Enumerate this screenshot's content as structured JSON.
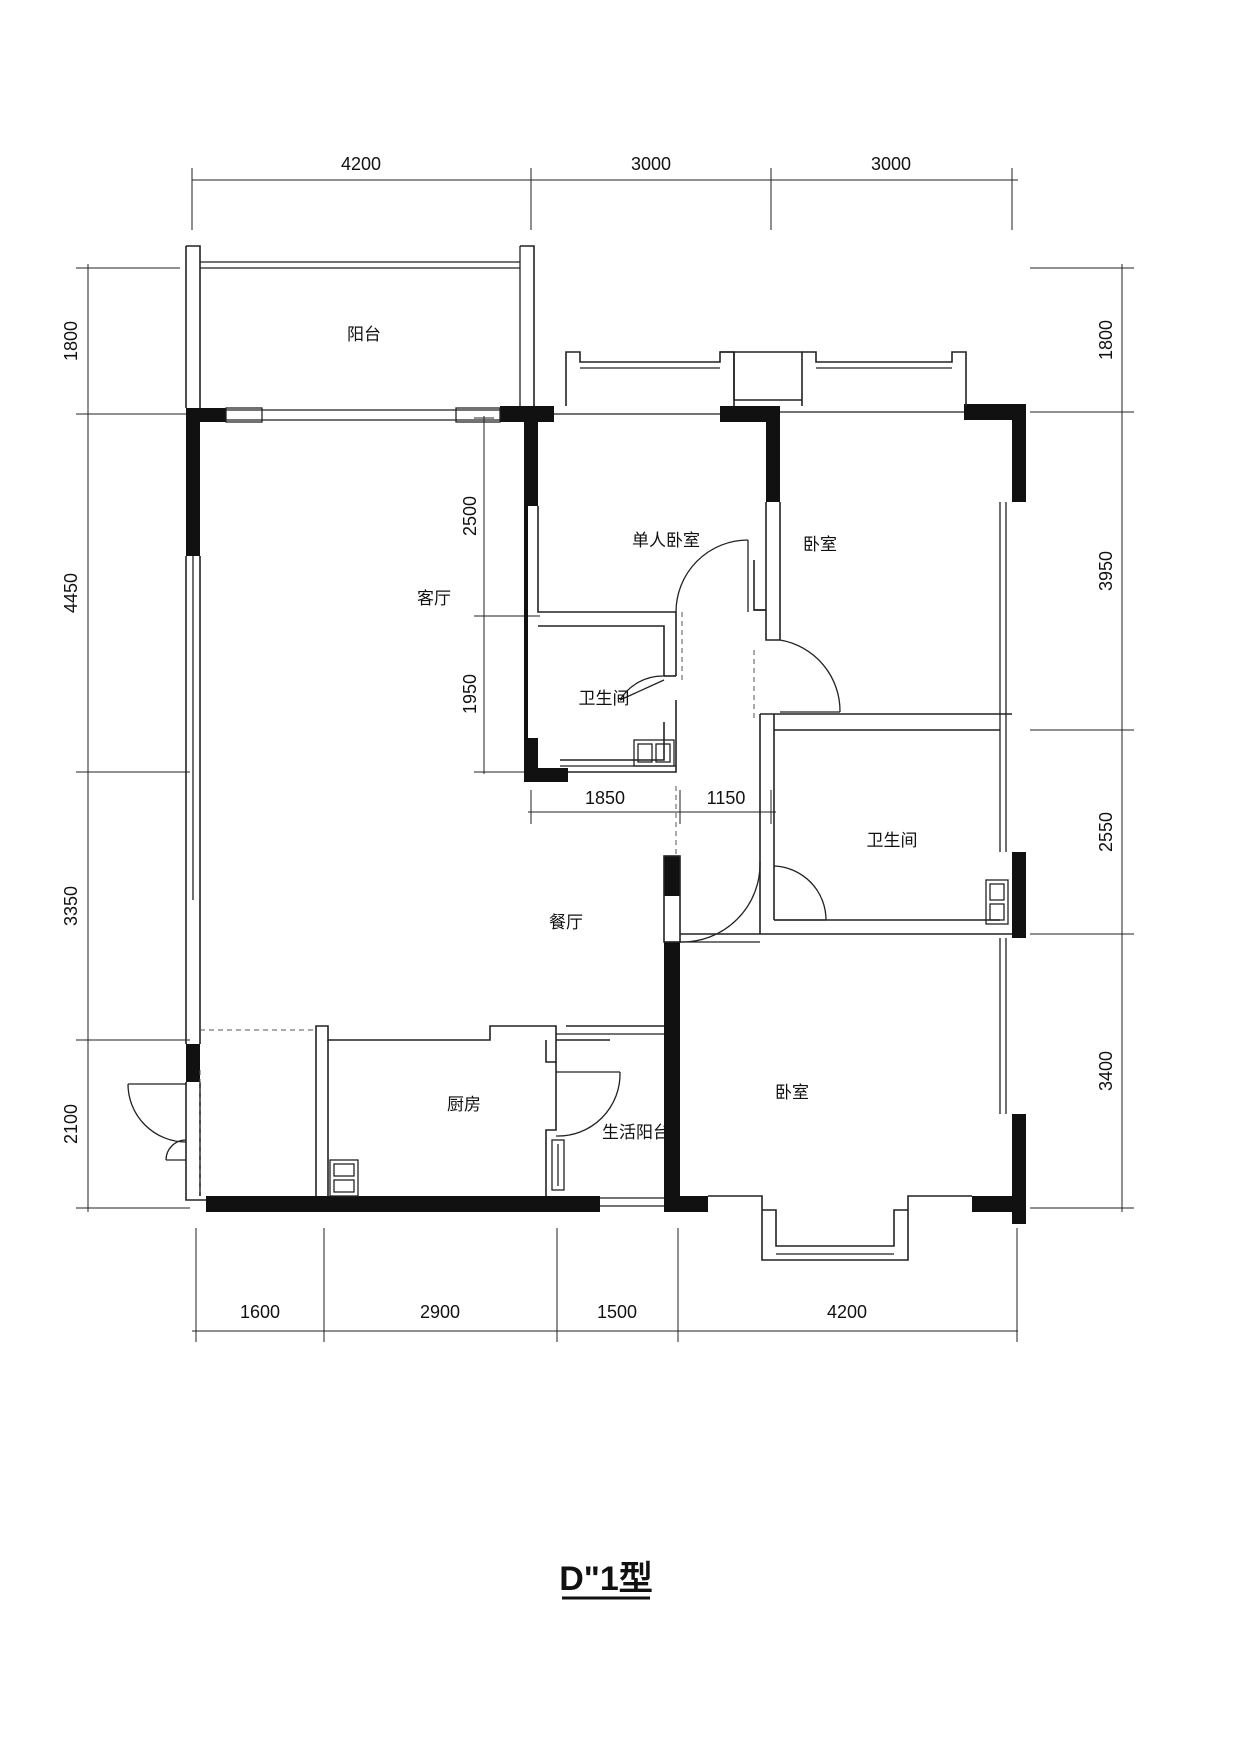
{
  "plan_title": "D\"1型",
  "dimensions": {
    "top": [
      "4200",
      "3000",
      "3000"
    ],
    "bottom": [
      "1600",
      "2900",
      "1500",
      "4200"
    ],
    "left": [
      "1800",
      "4450",
      "3350",
      "2100"
    ],
    "right": [
      "1800",
      "3950",
      "2550",
      "3400"
    ],
    "inner_vertical": [
      "2500",
      "1950"
    ],
    "inner_horizontal": [
      "1850",
      "1150"
    ]
  },
  "rooms": {
    "balcony": "阳台",
    "living_room": "客厅",
    "single_bedroom": "单人卧室",
    "bedroom_ne": "卧室",
    "bathroom_1": "卫生间",
    "bathroom_2": "卫生间",
    "dining_room": "餐厅",
    "kitchen": "厨房",
    "utility_balcony": "生活阳台",
    "bedroom_se": "卧室"
  },
  "colors": {
    "line": "#111111",
    "background": "#ffffff"
  }
}
